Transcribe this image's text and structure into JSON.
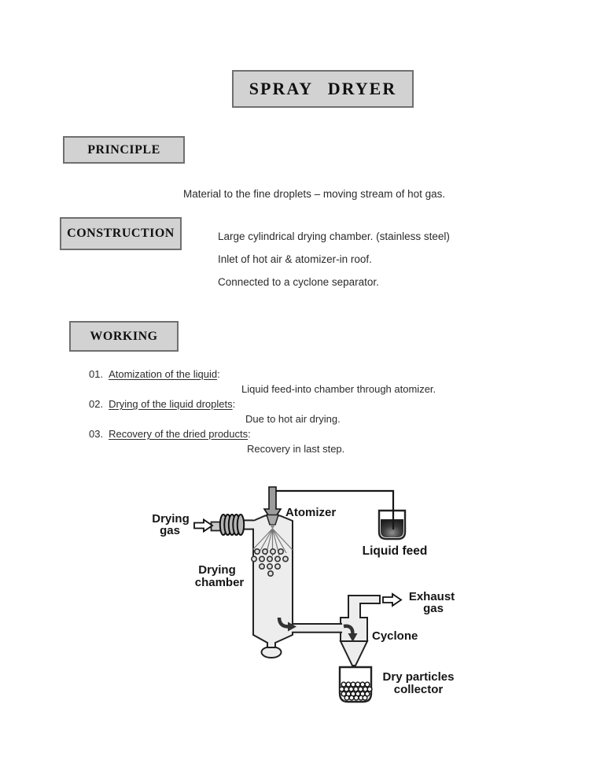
{
  "title": {
    "label": "SPRAY DRYER"
  },
  "colors": {
    "heading_box_bg": "#d2d2d2",
    "heading_box_border": "#6f6f6f",
    "body_text": "#2b2b2b"
  },
  "sections": {
    "principle": {
      "heading": "PRINCIPLE",
      "lines": [
        "Material to the fine droplets – moving stream of hot gas."
      ]
    },
    "construction": {
      "heading": "CONSTRUCTION",
      "lines": [
        "Large cylindrical drying chamber. (stainless steel)",
        "Inlet of hot air & atomizer-in roof.",
        "Connected to a cyclone separator."
      ]
    },
    "working": {
      "heading": "WORKING",
      "items": [
        {
          "number": "01.",
          "title": "Atomization of the liquid",
          "suffix": ":",
          "detail": "Liquid feed-into chamber through atomizer."
        },
        {
          "number": "02.",
          "title": "Drying of the liquid droplets",
          "suffix": ":",
          "detail": "Due to hot air drying."
        },
        {
          "number": "03.",
          "title": "Recovery of the dried products",
          "suffix": ":",
          "detail": "Recovery in last step."
        }
      ]
    }
  },
  "diagram": {
    "labels": {
      "drying_gas": [
        "Drying",
        "gas"
      ],
      "atomizer": "Atomizer",
      "liquid_feed": "Liquid feed",
      "drying_chamber": [
        "Drying",
        "chamber"
      ],
      "exhaust_gas": [
        "Exhaust",
        "gas"
      ],
      "cyclone": "Cyclone",
      "dry_particles_collector": [
        "Dry particles",
        "collector"
      ]
    }
  }
}
